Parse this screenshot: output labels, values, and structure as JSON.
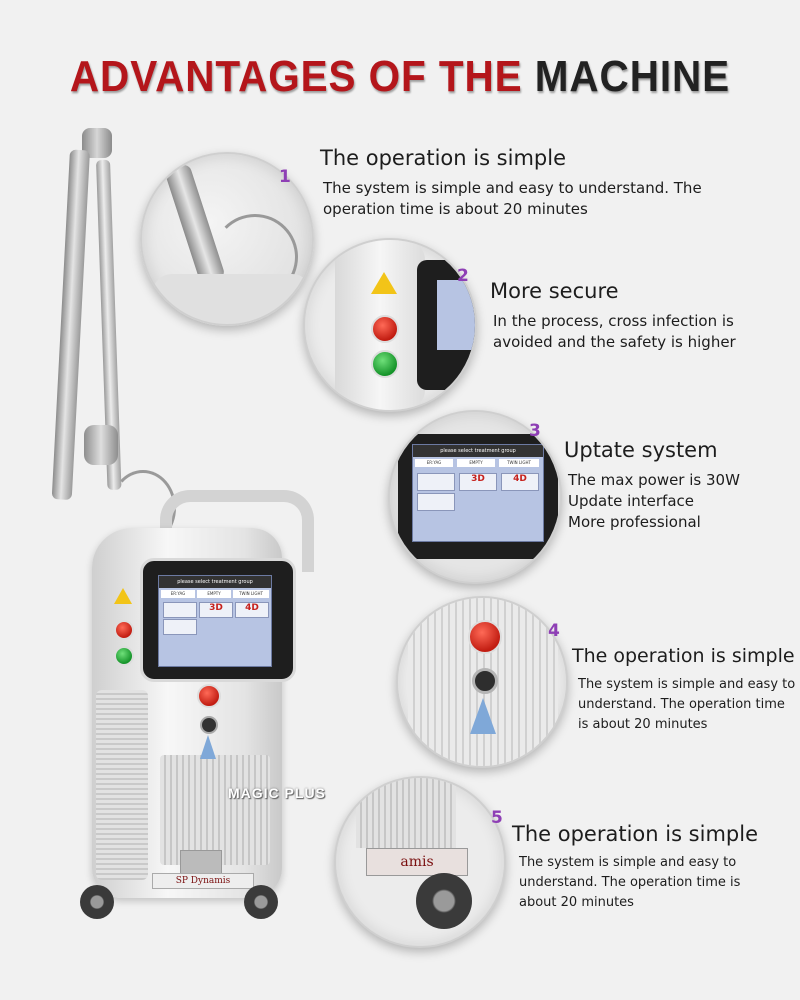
{
  "headline": {
    "part1": "ADVANTAGES OF THE",
    "part2": "MACHINE"
  },
  "colors": {
    "headline_red": "#b4161b",
    "number_purple": "#8e3fb5",
    "button_red": "#d62a1c",
    "button_green": "#1ea334",
    "screen_blue": "#b7c4e3"
  },
  "machine": {
    "brand_watermark": "MAGIC PLUS",
    "model_plate": "SP  Dynamis",
    "screen": {
      "header": "please select treatment group",
      "tabs": [
        "ER:YAG",
        "EMPTY",
        "TWIN LIGHT"
      ],
      "cells": [
        "",
        "3D",
        "4D",
        ""
      ]
    }
  },
  "features": [
    {
      "number": "1",
      "title": "The operation is simple",
      "description": "The system is simple and easy to understand. The operation time is about 20 minutes"
    },
    {
      "number": "2",
      "title": "More secure",
      "description": "In the process, cross infection is avoided and the safety is higher"
    },
    {
      "number": "3",
      "title": "Uptate system",
      "description": "The max power is 30W\nUpdate interface\nMore professional"
    },
    {
      "number": "4",
      "title": "The operation is simple",
      "description": "The system is simple and easy to understand. The operation time is about 20 minutes"
    },
    {
      "number": "5",
      "title": "The operation is simple",
      "description": "The system is simple and easy to understand. The operation time is about 20 minutes"
    }
  ],
  "closeups": {
    "c3_screen": {
      "header": "please select treatment group",
      "tabs": [
        "ER:YAG",
        "EMPTY",
        "TWIN LIGHT"
      ],
      "cells": [
        "",
        "3D",
        "4D",
        ""
      ]
    },
    "c5_plate": "amis"
  },
  "icons": [
    "laser-warning-icon",
    "red-button-icon",
    "green-button-icon",
    "wheel-icon"
  ]
}
